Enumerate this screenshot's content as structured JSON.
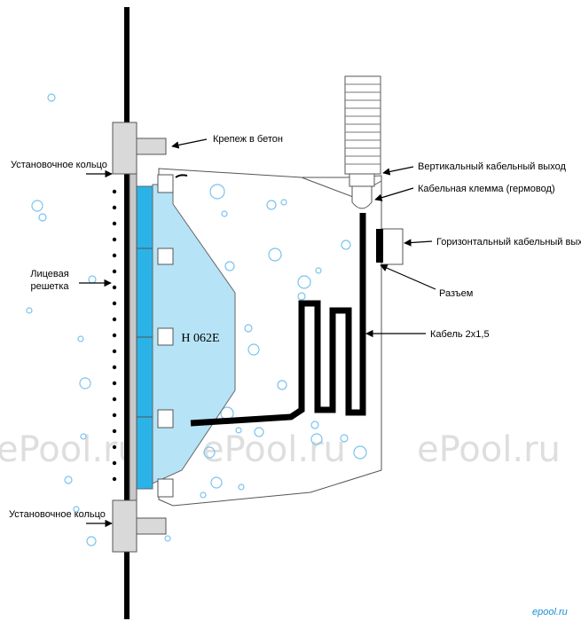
{
  "labels": {
    "concrete_fixing": "Крепеж в бетон",
    "mounting_ring_top": "Установочное кольцо",
    "vertical_cable_outlet": "Вертикальный кабельный выход",
    "cable_terminal": "Кабельная клемма (гермовод)",
    "horizontal_cable_outlet": "Горизонтальный кабельный выход",
    "front_grille_line1": "Лицевая",
    "front_grille_line2": "решетка",
    "connector": "Разъем",
    "cable": "Кабель 2х1,5",
    "mounting_ring_bottom": "Установочное кольцо"
  },
  "model_label": "H 062E",
  "watermark": {
    "left": "ePool.ru",
    "center": "ePool.ru",
    "right": "ePool.ru"
  },
  "corner_logo": "epool.ru",
  "colors": {
    "lamp_body": "#b6e3f6",
    "lens": "#2bb3e8",
    "housing": "#d9d9d9",
    "bubble": "#79c3ee",
    "watermark": "#d8d8d8"
  }
}
